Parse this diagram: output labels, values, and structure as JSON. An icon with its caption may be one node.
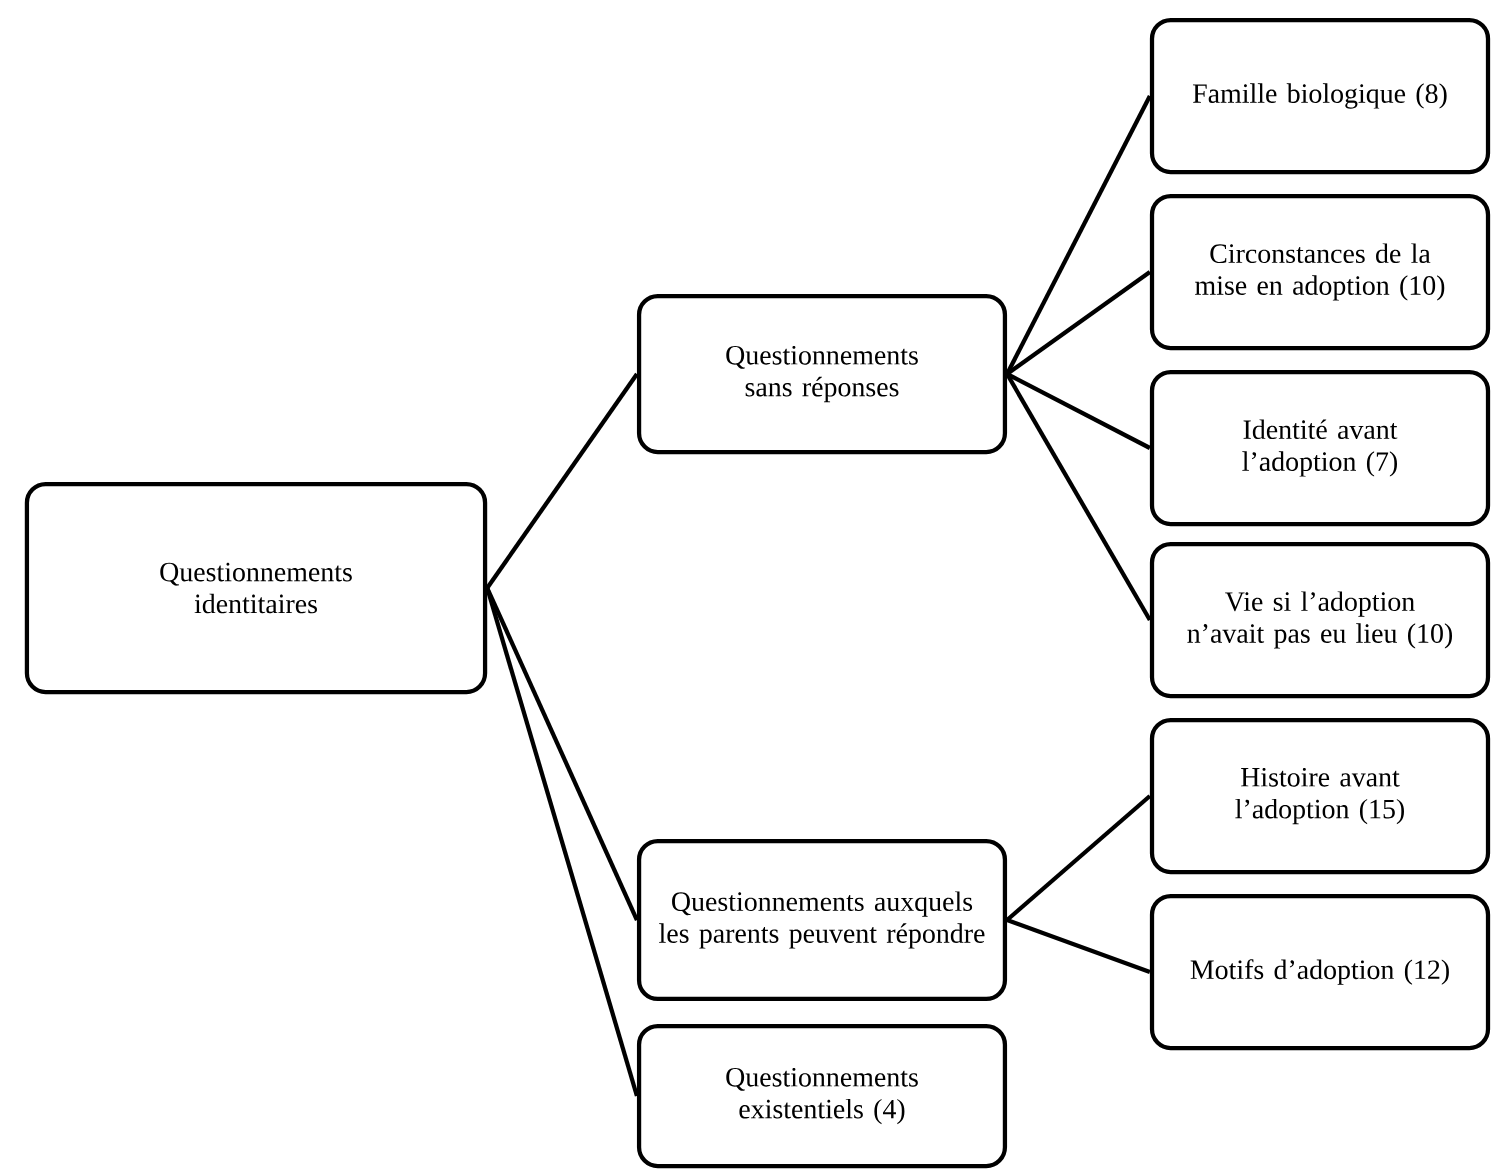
{
  "diagram": {
    "nodes": [
      {
        "text": [
          "Questionnements identitaires"
        ]
      },
      {
        "text": [
          "Questionnements sans réponses"
        ]
      },
      {
        "text": [
          "Questionnements auxquels les parents peuvent répondre"
        ]
      },
      {
        "text": [
          "Questionnements existentiels (4)"
        ]
      },
      {
        "text": [
          "Famille biologique (8)"
        ]
      },
      {
        "text": [
          "Circonstances de la mise en adoption (10)"
        ]
      },
      {
        "text": [
          "Identité avant l’adoption (7)"
        ]
      },
      {
        "text": [
          "Vie si l’adoption n’avait pas eu lieu (10)"
        ]
      },
      {
        "text": [
          "Histoire avant l’adoption (15)"
        ]
      },
      {
        "text": [
          "Motifs d’adoption (12)"
        ]
      }
    ],
    "edges": [
      {
        "from": 0,
        "to": 1,
        "arrow": "none"
      },
      {
        "from": 0,
        "to": 2,
        "arrow": "none"
      },
      {
        "from": 0,
        "to": 3,
        "arrow": "none"
      },
      {
        "from": 1,
        "to": 4,
        "arrow": "none"
      },
      {
        "from": 1,
        "to": 5,
        "arrow": "none"
      },
      {
        "from": 1,
        "to": 6,
        "arrow": "none"
      },
      {
        "from": 1,
        "to": 7,
        "arrow": "none"
      },
      {
        "from": 2,
        "to": 8,
        "arrow": "none"
      },
      {
        "from": 2,
        "to": 9,
        "arrow": "none"
      }
    ]
  }
}
